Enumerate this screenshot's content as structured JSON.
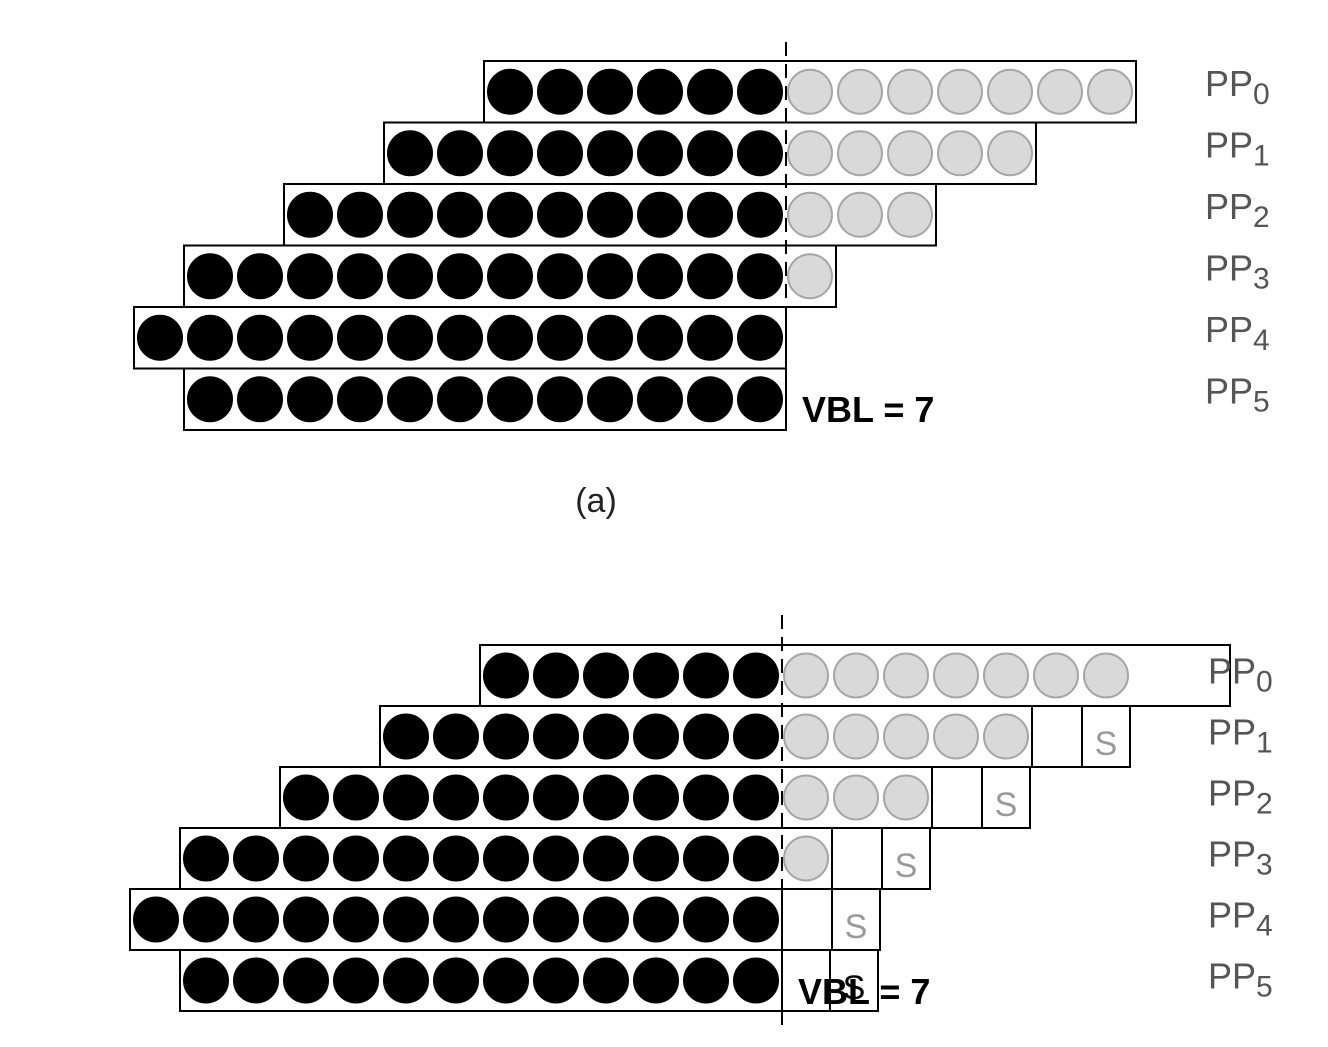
{
  "caption_a": "(a)",
  "vbl_label": "VBL = 7",
  "sign_label": "S",
  "colors": {
    "dot_filled": "#000000",
    "dot_empty_fill": "#d9d9d9",
    "dot_empty_stroke": "#a6a6a6",
    "label_gray": "#555555",
    "sign_gray": "#999999",
    "box_stroke": "#000000"
  },
  "rows": [
    {
      "prefix": "PP",
      "index": "0",
      "filled": 6,
      "empty": 7
    },
    {
      "prefix": "PP",
      "index": "1",
      "filled": 8,
      "empty": 5
    },
    {
      "prefix": "PP",
      "index": "2",
      "filled": 10,
      "empty": 3
    },
    {
      "prefix": "PP",
      "index": "3",
      "filled": 12,
      "empty": 1
    },
    {
      "prefix": "PP",
      "index": "4",
      "filled": 13,
      "empty": 0
    },
    {
      "prefix": "PP",
      "index": "5",
      "filled": 12,
      "empty": 0
    }
  ]
}
